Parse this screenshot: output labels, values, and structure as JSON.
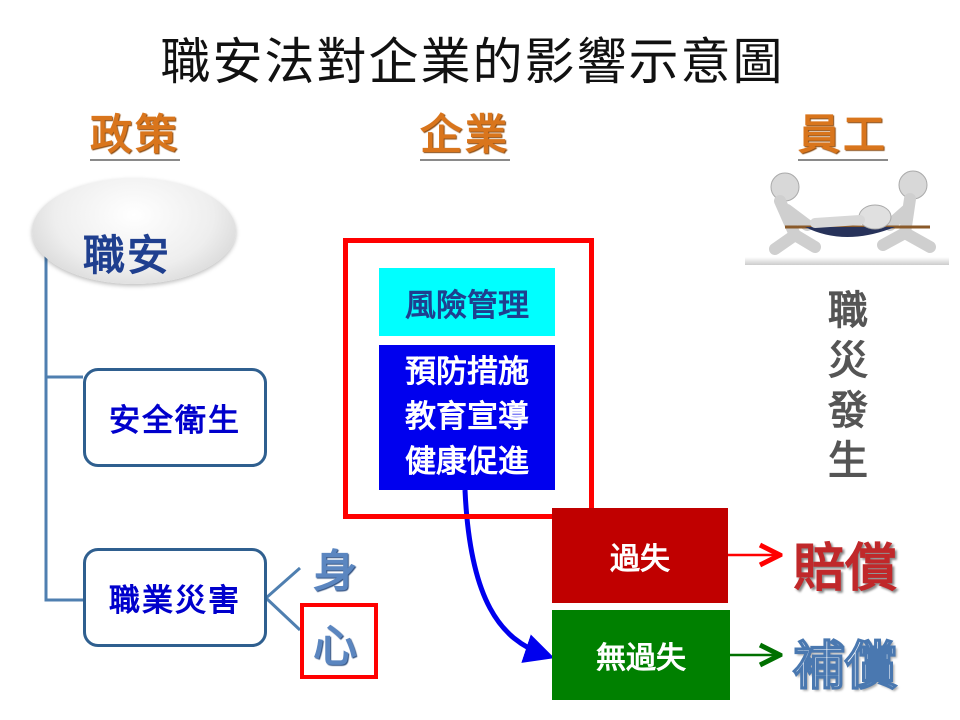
{
  "title": "職安法對企業的影響示意圖",
  "columns": {
    "policy": "政策",
    "enterprise": "企業",
    "employee": "員工"
  },
  "policy": {
    "root": "職安",
    "branches": [
      "安全衛生",
      "職業災害"
    ],
    "injury_types": [
      "身",
      "心"
    ]
  },
  "enterprise": {
    "risk": "風險管理",
    "measures": [
      "預防措施",
      "教育宣導",
      "健康促進"
    ]
  },
  "outcomes": {
    "fault": "過失",
    "no_fault": "無過失",
    "compensation": "賠償",
    "subsidy": "補償"
  },
  "employee": {
    "event": [
      "職",
      "災",
      "發",
      "生"
    ]
  },
  "colors": {
    "fault": "#c00000",
    "no_fault": "#008000",
    "frame": "#ff0000",
    "risk": "#00ffff",
    "measures": "#0000ee"
  }
}
